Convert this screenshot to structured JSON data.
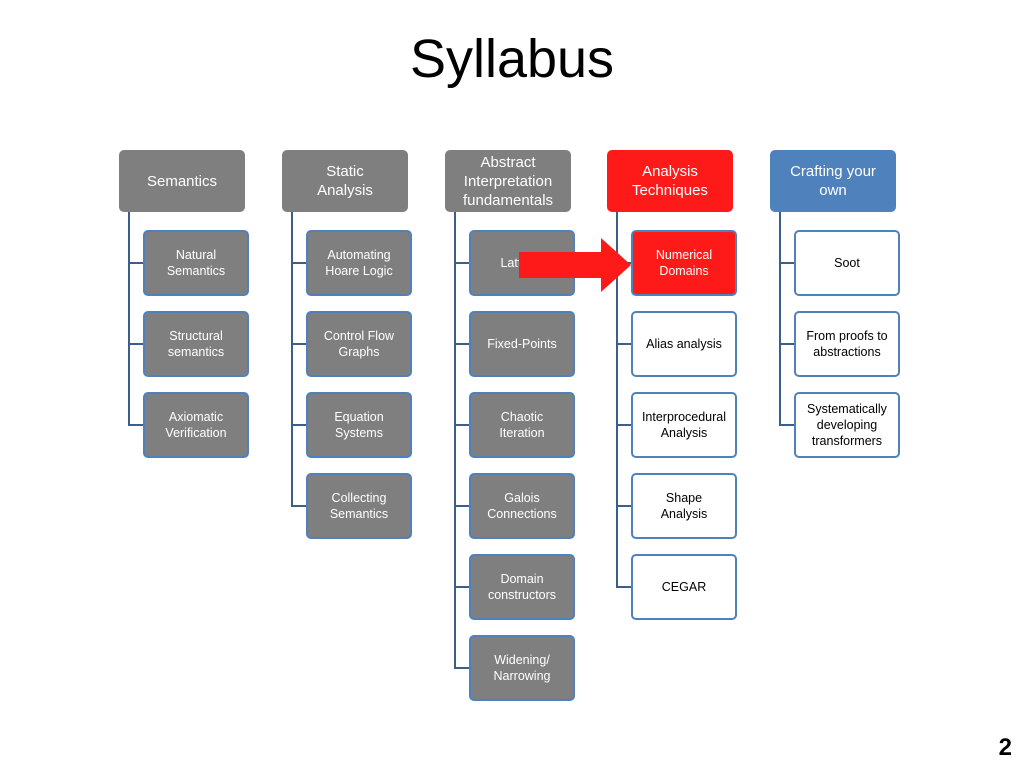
{
  "title": "Syllabus",
  "page_number": "2",
  "colors": {
    "gray_header": "#7f7f7f",
    "red_header": "#ff1a1a",
    "blue_header": "#4f81bd",
    "box_border": "#4f81bd",
    "connector": "#3b5f8a",
    "arrow": "#ff1a1a"
  },
  "columns": [
    {
      "header": "Semantics",
      "items": [
        "Natural\nSemantics",
        "Structural\nsemantics",
        "Axiomatic\nVerification"
      ]
    },
    {
      "header": "Static\nAnalysis",
      "items": [
        "Automating\nHoare Logic",
        "Control Flow\nGraphs",
        "Equation\nSystems",
        "Collecting\nSemantics"
      ]
    },
    {
      "header": "Abstract\nInterpretation\nfundamentals",
      "items": [
        "Lattices",
        "Fixed-Points",
        "Chaotic\nIteration",
        "Galois\nConnections",
        "Domain\nconstructors",
        "Widening/\nNarrowing"
      ]
    },
    {
      "header": "Analysis\nTechniques",
      "items": [
        "Numerical\nDomains",
        "Alias analysis",
        "Interprocedural\nAnalysis",
        "Shape\nAnalysis",
        "CEGAR"
      ]
    },
    {
      "header": "Crafting your\nown",
      "items": [
        "Soot",
        "From proofs to\nabstractions",
        "Systematically\ndeveloping\ntransformers"
      ]
    }
  ]
}
